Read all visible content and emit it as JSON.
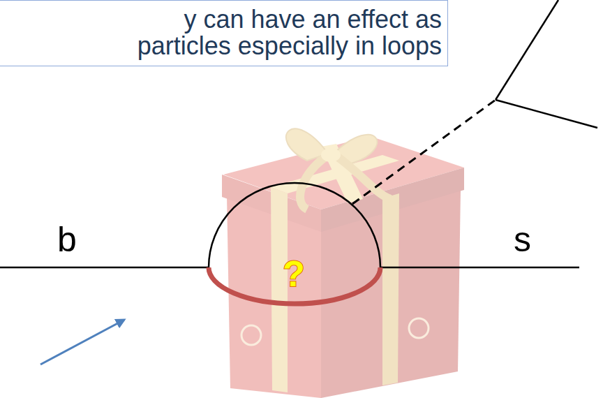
{
  "diagram": {
    "nodes": [
      {
        "text": [
          "y can have an effect as particles especially in loops"
        ]
      }
    ],
    "labels": [
      "b",
      "s",
      "?"
    ]
  }
}
